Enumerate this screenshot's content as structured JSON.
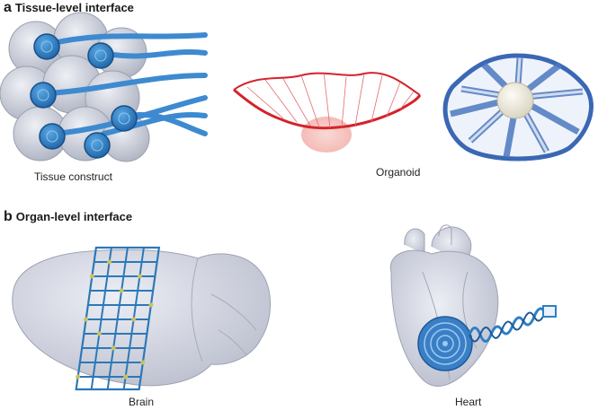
{
  "panel_a": {
    "letter": "a",
    "title": "Tissue-level interface"
  },
  "panel_b": {
    "letter": "b",
    "title": "Organ-level interface"
  },
  "labels": {
    "tissue": "Tissue construct",
    "organoid": "Organoid",
    "brain": "Brain",
    "heart": "Heart"
  },
  "colors": {
    "electrode_blue": "#2f7fc4",
    "mesh_blue": "#2c78b8",
    "tissue_grey": "#c9ccd6",
    "organ_grey": "#d6d9e3",
    "organoid_red": "#d4232b",
    "node_yellow": "#c9c25a"
  }
}
